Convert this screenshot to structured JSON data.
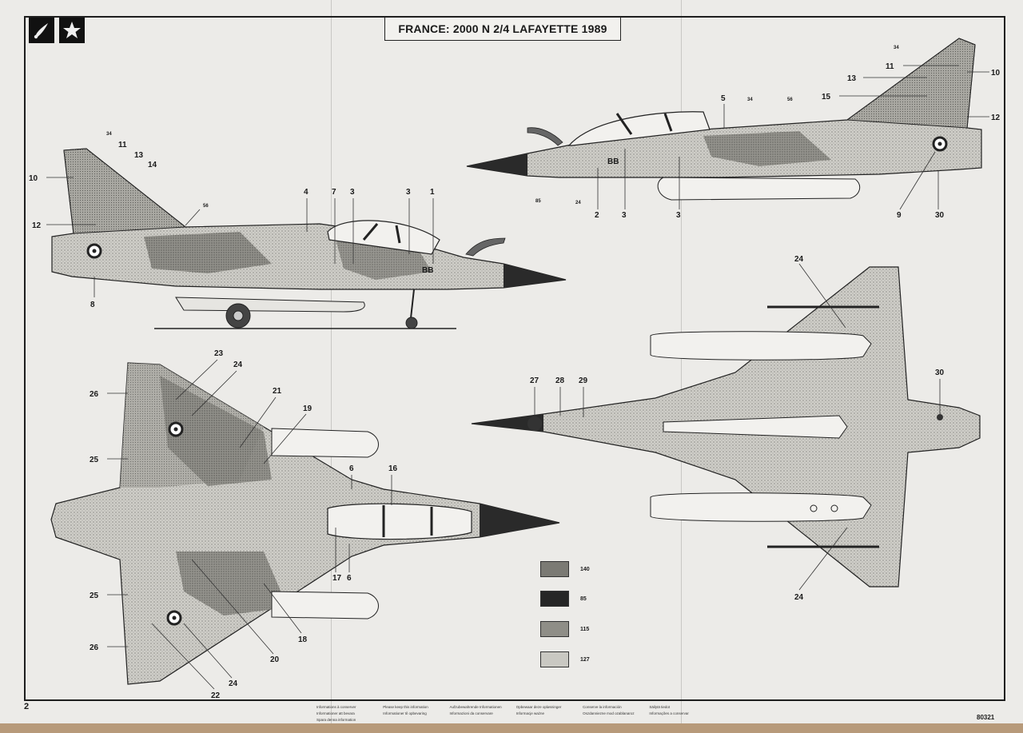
{
  "title": "FRANCE: 2000 N 2/4  LAFAYETTE  1989",
  "page_number": "2",
  "reference_number": "80321",
  "markings": {
    "serial": "BB"
  },
  "colors": {
    "140": "#7b7a74",
    "85": "#262626",
    "115": "#8f8e87",
    "127": "#c9c8c2"
  },
  "legend": [
    {
      "code": "140",
      "color": "#7b7a74"
    },
    {
      "code": "85",
      "color": "#262626"
    },
    {
      "code": "115",
      "color": "#8f8e87"
    },
    {
      "code": "127",
      "color": "#c9c8c2"
    }
  ],
  "icons": [
    "paint-brush-icon",
    "star-icon"
  ],
  "callouts": {
    "side_left": [
      "34",
      "11",
      "13",
      "14",
      "10",
      "12",
      "8",
      "56",
      "4",
      "7",
      "3",
      "3",
      "1"
    ],
    "side_right": [
      "34",
      "11",
      "13",
      "10",
      "15",
      "5",
      "34",
      "56",
      "12",
      "85",
      "24",
      "2",
      "3",
      "3",
      "9",
      "30"
    ],
    "top_view": [
      "23",
      "24",
      "26",
      "21",
      "19",
      "25",
      "6",
      "16",
      "17",
      "6",
      "25",
      "18",
      "20",
      "26",
      "24",
      "22"
    ],
    "bottom_view": [
      "24",
      "27",
      "28",
      "29",
      "30",
      "24"
    ]
  },
  "footer_notes": [
    "Informations à conserver",
    "Please keep this information",
    "Aufzubewahrende Informationen",
    "Opbewaar deze opløsninger",
    "Conserve la información",
    "Säilytä tiedot",
    "Informationer att bevara",
    "Informationer til opbevaring",
    "Informazioni da conservare",
    "Informacje ważne",
    "Oszdanniezne mod ozablanaroz",
    "Informações a conservar",
    "Spara denna information"
  ]
}
